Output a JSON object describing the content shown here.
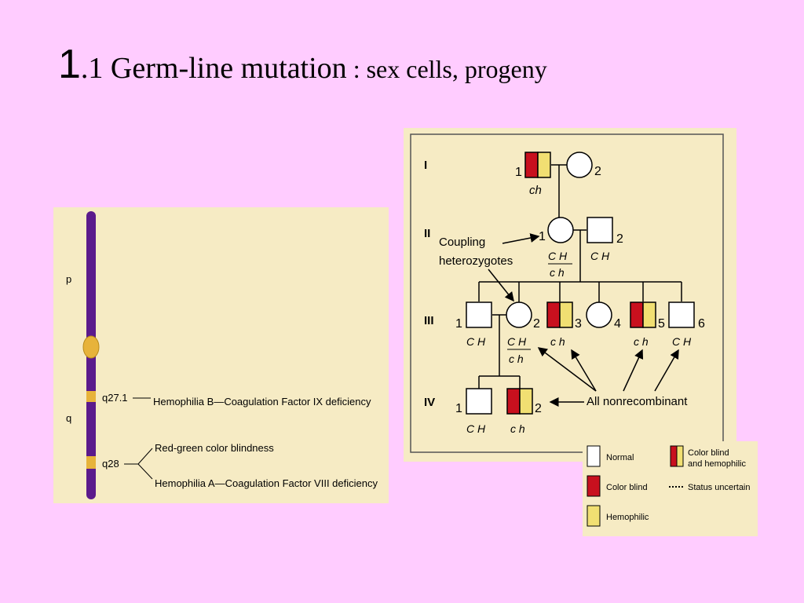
{
  "slide": {
    "title_number": "1",
    "title_rest": ".1 Germ-line mutation",
    "title_suffix": " : sex cells, progeny"
  },
  "chromosome": {
    "arm_p": "p",
    "arm_q": "q",
    "band1": "q27.1",
    "band1_desc": "Hemophilia B—Coagulation Factor IX deficiency",
    "band2": "q28",
    "band2_desc1": "Red-green color blindness",
    "band2_desc2": "Hemophilia A—Coagulation Factor VIII deficiency"
  },
  "pedigree": {
    "generations": [
      "I",
      "II",
      "III",
      "IV"
    ],
    "coupling_label_1": "Coupling",
    "coupling_label_2": "heterozygotes",
    "nonrecombinant_label": "All nonrecombinant",
    "individuals": [
      {
        "id": "I-1",
        "num": "1",
        "sex": "male",
        "status": "color-blind-and-hemophilic",
        "genotype_top": "ch",
        "genotype_bottom": ""
      },
      {
        "id": "I-2",
        "num": "2",
        "sex": "female",
        "status": "normal",
        "genotype_top": "",
        "genotype_bottom": ""
      },
      {
        "id": "II-1",
        "num": "1",
        "sex": "female",
        "status": "normal",
        "genotype_top": "C H",
        "genotype_bottom": "c h"
      },
      {
        "id": "II-2",
        "num": "2",
        "sex": "male",
        "status": "normal",
        "genotype_top": "C H",
        "genotype_bottom": ""
      },
      {
        "id": "III-1",
        "num": "1",
        "sex": "male",
        "status": "normal",
        "genotype_top": "C H",
        "genotype_bottom": ""
      },
      {
        "id": "III-2",
        "num": "2",
        "sex": "female",
        "status": "normal",
        "genotype_top": "C H",
        "genotype_bottom": "c h"
      },
      {
        "id": "III-3",
        "num": "3",
        "sex": "male",
        "status": "color-blind-and-hemophilic",
        "genotype_top": "c h",
        "genotype_bottom": ""
      },
      {
        "id": "III-4",
        "num": "4",
        "sex": "female",
        "status": "normal",
        "genotype_top": "",
        "genotype_bottom": ""
      },
      {
        "id": "III-5",
        "num": "5",
        "sex": "male",
        "status": "color-blind-and-hemophilic",
        "genotype_top": "c h",
        "genotype_bottom": ""
      },
      {
        "id": "III-6",
        "num": "6",
        "sex": "male",
        "status": "normal",
        "genotype_top": "C H",
        "genotype_bottom": ""
      },
      {
        "id": "IV-1",
        "num": "1",
        "sex": "male",
        "status": "normal",
        "genotype_top": "C H",
        "genotype_bottom": ""
      },
      {
        "id": "IV-2",
        "num": "2",
        "sex": "male",
        "status": "color-blind-and-hemophilic",
        "genotype_top": "c h",
        "genotype_bottom": ""
      }
    ]
  },
  "legend": {
    "normal": "Normal",
    "color_blind": "Color blind",
    "hemophilic": "Hemophilic",
    "both_1": "Color blind",
    "both_2": "and hemophilic",
    "uncertain": "Status uncertain"
  },
  "colors": {
    "background": "#ffccff",
    "panel": "#f6ebc4",
    "chromosome": "#5b1a8c",
    "band": "#e7b33a",
    "color_blind_red": "#c8101e",
    "hemophilic_yellow": "#f1df72"
  }
}
